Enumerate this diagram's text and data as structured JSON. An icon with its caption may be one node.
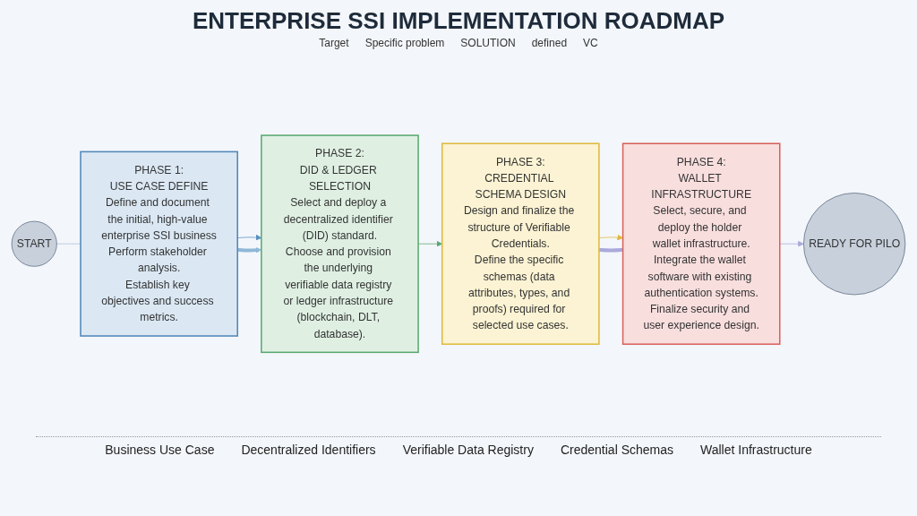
{
  "diagram": {
    "title": "ENTERPRISE SSI IMPLEMENTATION ROADMAP",
    "nodes": [
      {
        "text": [
          "START"
        ]
      },
      {
        "text": [
          "PHASE 1:",
          "USE CASE DEFINE",
          "Define and document the initial, high-value enterprise SSI business",
          "Perform stakeholder analysis.",
          "Establish key objectives and success metrics."
        ]
      },
      {
        "text": [
          "PHASE 2:",
          "DID & LEDGER SELECTION",
          "Select and deploy a decentralized identifier (DID) standard.",
          "Choose and provision the underlying verifiable data registry or ledger infrastructure (blockchain, DLT, database)."
        ]
      },
      {
        "text": [
          "PHASE 3:",
          "CREDENTIAL SCHEMA DESIGN",
          "Design and finalize the structure of Verifiable Credentials.",
          "Define the specific schemas (data attributes, types, and proofs) required for selected use cases."
        ]
      },
      {
        "text": [
          "PHASE 4:",
          "WALLET INFRASTRUCTURE",
          "Select, secure, and deploy the holder wallet infrastructure.",
          "Integrate the wallet software with existing authentication systems.",
          "Finalize security and user experience design."
        ]
      },
      {
        "text": [
          "READY FOR PILO"
        ]
      }
    ],
    "edges": [
      {
        "from": 0,
        "to": 1,
        "arrow": "none",
        "color": "#a9bdd6"
      },
      {
        "from": 1,
        "to": 2,
        "arrow": "to",
        "color": "#5b8fc0"
      },
      {
        "from": 2,
        "to": 3,
        "arrow": "to",
        "color": "#5aa870"
      },
      {
        "from": 3,
        "to": 4,
        "arrow": "to",
        "color": "#e0b93a"
      },
      {
        "from": 4,
        "to": 5,
        "arrow": "to",
        "color": "#a9a9dc"
      },
      {
        "from": 1,
        "to": 2,
        "arrow": "to",
        "style": "thick",
        "color": "#8fb8d8"
      },
      {
        "from": 3,
        "to": 4,
        "arrow": "none",
        "style": "thick",
        "color": "#a9a9dc"
      }
    ],
    "labels": [
      "Target",
      "Specific problem",
      "SOLUTION",
      "defined",
      "VC"
    ],
    "legend": [
      {
        "text": "Business Use Case"
      },
      {
        "text": "Decentralized Identifiers"
      },
      {
        "text": "Verifiable Data Registry"
      },
      {
        "text": "Credential Schemas"
      },
      {
        "text": "Wallet Infrastructure"
      }
    ]
  }
}
